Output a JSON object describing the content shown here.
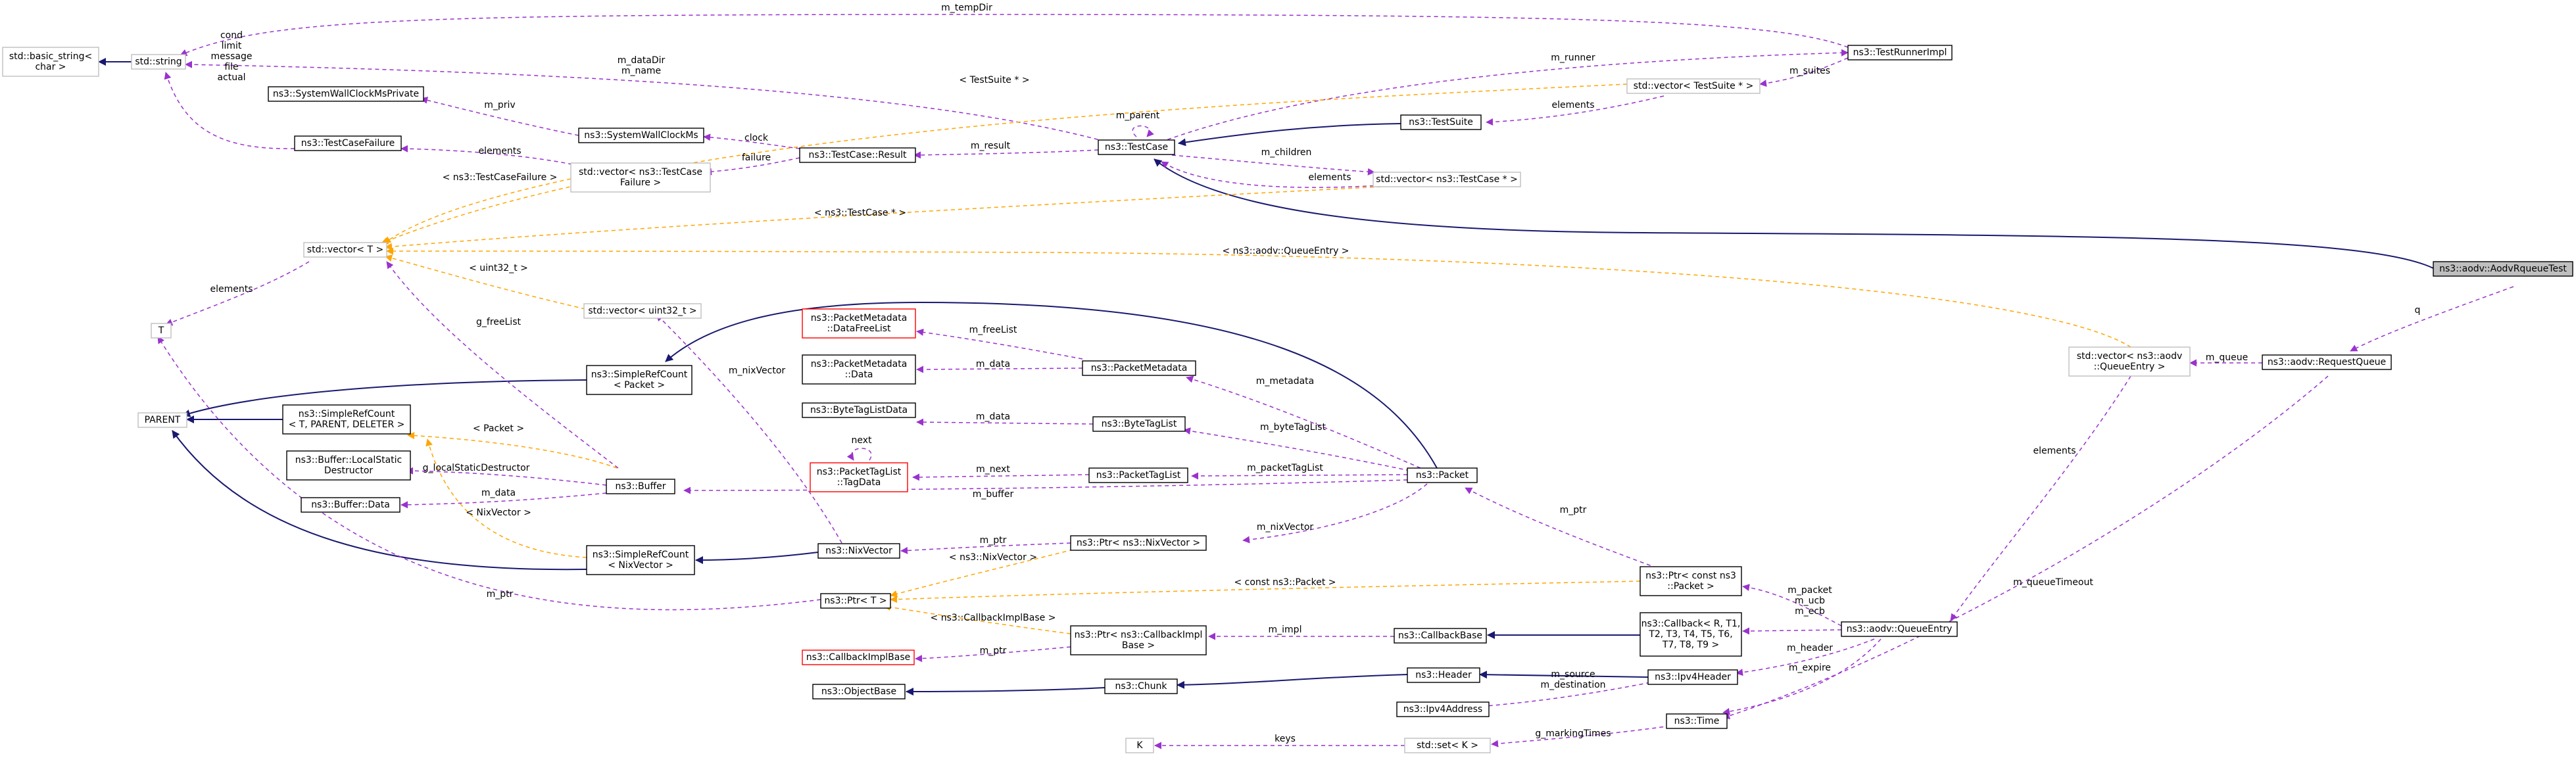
{
  "colors": {
    "inheritance": "#191970",
    "usage": "#9a32cd",
    "template": "#ffa500",
    "highlight_fill": "#bfbfbf",
    "template_border": "#bfbfbf",
    "undocumented_border": "#ff0000"
  },
  "nodes": {
    "basic_string": [
      "std::basic_string<",
      "char >"
    ],
    "string": [
      "std::string"
    ],
    "test_runner_impl": [
      "ns3::TestRunnerImpl"
    ],
    "vector_testsuite": [
      "std::vector< TestSuite * >"
    ],
    "test_suite": [
      "ns3::TestSuite"
    ],
    "test_case": [
      "ns3::TestCase"
    ],
    "vector_testcase": [
      "std::vector< ns3::TestCase * >"
    ],
    "aodv_test": [
      "ns3::aodv::AodvRqueueTest"
    ],
    "swclock_private": [
      "ns3::SystemWallClockMsPrivate"
    ],
    "swclock": [
      "ns3::SystemWallClockMs"
    ],
    "test_case_result": [
      "ns3::TestCase::Result"
    ],
    "test_case_failure": [
      "ns3::TestCaseFailure"
    ],
    "vector_failure": [
      "std::vector< ns3::TestCase",
      "Failure >"
    ],
    "vector_t": [
      "std::vector< T >"
    ],
    "vector_uint32": [
      "std::vector< uint32_t >"
    ],
    "t": [
      "T"
    ],
    "parent": [
      "PARENT"
    ],
    "simplerefcount_tpd": [
      "ns3::SimpleRefCount",
      "< T, PARENT, DELETER >"
    ],
    "simplerefcount_packet": [
      "ns3::SimpleRefCount",
      "< Packet >"
    ],
    "pm_datafreelist": [
      "ns3::PacketMetadata",
      "::DataFreeList"
    ],
    "pm_data": [
      "ns3::PacketMetadata",
      "::Data"
    ],
    "packet_metadata": [
      "ns3::PacketMetadata"
    ],
    "bytetaglistdata": [
      "ns3::ByteTagListData"
    ],
    "bytetaglist": [
      "ns3::ByteTagList"
    ],
    "ptl_tagdata": [
      "ns3::PacketTagList",
      "::TagData"
    ],
    "packettaglist": [
      "ns3::PacketTagList"
    ],
    "packet": [
      "ns3::Packet"
    ],
    "buffer_lsd": [
      "ns3::Buffer::LocalStatic",
      "Destructor"
    ],
    "buffer_data": [
      "ns3::Buffer::Data"
    ],
    "buffer": [
      "ns3::Buffer"
    ],
    "simplerefcount_nixvector": [
      "ns3::SimpleRefCount",
      "< NixVector >"
    ],
    "nixvector": [
      "ns3::NixVector"
    ],
    "ptr_nixvector": [
      "ns3::Ptr< ns3::NixVector >"
    ],
    "ptr_t": [
      "ns3::Ptr< T >"
    ],
    "ptr_const_packet": [
      "ns3::Ptr< const ns3",
      "::Packet >"
    ],
    "callbackimplbase": [
      "ns3::CallbackImplBase"
    ],
    "ptr_callbackimplbase": [
      "ns3::Ptr< ns3::CallbackImpl",
      "Base >"
    ],
    "callbackbase": [
      "ns3::CallbackBase"
    ],
    "callback": [
      "ns3::Callback< R, T1,",
      "T2, T3, T4, T5, T6,",
      "T7, T8, T9 >"
    ],
    "queue_entry": [
      "ns3::aodv::QueueEntry"
    ],
    "vector_queueentry": [
      "std::vector< ns3::aodv",
      "::QueueEntry >"
    ],
    "request_queue": [
      "ns3::aodv::RequestQueue"
    ],
    "object_base": [
      "ns3::ObjectBase"
    ],
    "chunk": [
      "ns3::Chunk"
    ],
    "header": [
      "ns3::Header"
    ],
    "ipv4header": [
      "ns3::Ipv4Header"
    ],
    "ipv4address": [
      "ns3::Ipv4Address"
    ],
    "time": [
      "ns3::Time"
    ],
    "k": [
      "K"
    ],
    "set_k": [
      "std::set< K >"
    ]
  },
  "edge_labels": {
    "m_tempDir": [
      "m_tempDir"
    ],
    "m_runner": [
      "m_runner"
    ],
    "m_suites": [
      "m_suites"
    ],
    "m_dataDir": [
      "m_dataDir",
      "m_name"
    ],
    "testsuite_ptr": [
      "< TestSuite * >"
    ],
    "elements_suite": [
      "elements"
    ],
    "m_parent": [
      "m_parent"
    ],
    "failure_fields": [
      "cond",
      "limit",
      "message",
      "file",
      "actual"
    ],
    "m_priv": [
      "m_priv"
    ],
    "clock": [
      "clock"
    ],
    "m_result": [
      "m_result"
    ],
    "failure": [
      "failure"
    ],
    "elements_failure": [
      "elements"
    ],
    "testcasefailure_tmpl": [
      "< ns3::TestCaseFailure >"
    ],
    "m_children": [
      "m_children"
    ],
    "elements_children": [
      "elements"
    ],
    "testcase_ptr_tmpl": [
      "< ns3::TestCase * >"
    ],
    "queueentry_tmpl": [
      "< ns3::aodv::QueueEntry >"
    ],
    "uint32_tmpl": [
      "< uint32_t >"
    ],
    "elements_t": [
      "elements"
    ],
    "g_freeList": [
      "g_freeList"
    ],
    "q": [
      "q"
    ],
    "m_queue": [
      "m_queue"
    ],
    "m_freeList": [
      "m_freeList"
    ],
    "m_data_pm": [
      "m_data"
    ],
    "m_metadata": [
      "m_metadata"
    ],
    "m_nixVector_vec": [
      "m_nixVector"
    ],
    "m_data_btl": [
      "m_data"
    ],
    "m_byteTagList": [
      "m_byteTagList"
    ],
    "next": [
      "next"
    ],
    "m_next": [
      "m_next"
    ],
    "m_packetTagList": [
      "m_packetTagList"
    ],
    "packet_tmpl": [
      "< Packet >"
    ],
    "g_localStaticDestructor": [
      "g_localStaticDestructor"
    ],
    "m_data_buf": [
      "m_data"
    ],
    "m_buffer": [
      "m_buffer"
    ],
    "elements_queue": [
      "elements"
    ],
    "nixvector_tmpl": [
      "< NixVector >"
    ],
    "m_ptr_nix": [
      "m_ptr"
    ],
    "m_nixVector_ptr": [
      "m_nixVector"
    ],
    "nixvector_ptr_tmpl": [
      "< ns3::NixVector >"
    ],
    "m_ptr_packet": [
      "m_ptr"
    ],
    "m_queueTimeout": [
      "m_queueTimeout"
    ],
    "m_ptr_t": [
      "m_ptr"
    ],
    "const_packet_tmpl": [
      "< const ns3::Packet >"
    ],
    "m_packet": [
      "m_packet"
    ],
    "callbackimpl_tmpl": [
      "< ns3::CallbackImplBase >"
    ],
    "m_impl": [
      "m_impl"
    ],
    "m_ucb": [
      "m_ucb",
      "m_ecb"
    ],
    "m_ptr_cb": [
      "m_ptr"
    ],
    "m_header": [
      "m_header"
    ],
    "m_expire": [
      "m_expire"
    ],
    "m_source": [
      "m_source",
      "m_destination"
    ],
    "g_markingTimes": [
      "g_markingTimes"
    ],
    "keys": [
      "keys"
    ]
  }
}
